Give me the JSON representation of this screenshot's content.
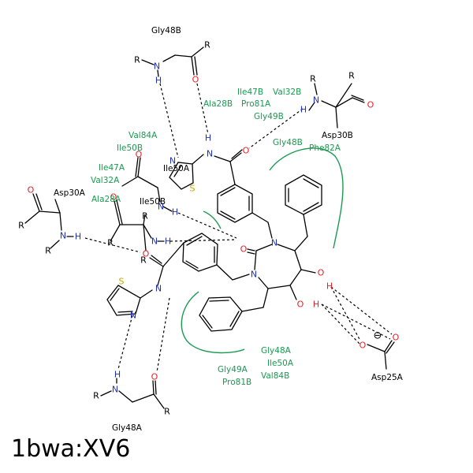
{
  "caption": "1bwa:XV6",
  "colors": {
    "nitrogen": "#1c2fbe",
    "oxygen": "#e0242a",
    "sulfur": "#c7a400",
    "hydrophobic": "#1a9a50"
  },
  "residues_bonded": {
    "gly48b": "Gly48B",
    "asp30b": "Asp30B",
    "asp30a": "Asp30A",
    "gly48a": "Gly48A",
    "asp25a": "Asp25A",
    "ile50a": "Ile50A",
    "ile50b": "Ile50B"
  },
  "residues_hydrophobic": {
    "ile47b": "Ile47B",
    "val32b": "Val32B",
    "ala28b": "Ala28B",
    "pro81a": "Pro81A",
    "gly49b": "Gly49B",
    "gly48b2": "Gly48B",
    "phe82a": "Phe82A",
    "val84a": "Val84A",
    "ile50b": "Ile50B",
    "ile47a": "Ile47A",
    "val32a": "Val32A",
    "ala28a": "Ala28A",
    "gly48a": "Gly48A",
    "ile50a": "Ile50A",
    "gly49a": "Gly49A",
    "val84b": "Val84B",
    "pro81b": "Pro81B"
  },
  "atoms": {
    "n": "N",
    "h": "H",
    "o": "O",
    "s": "S",
    "r": "R",
    "minus": "⊖"
  }
}
